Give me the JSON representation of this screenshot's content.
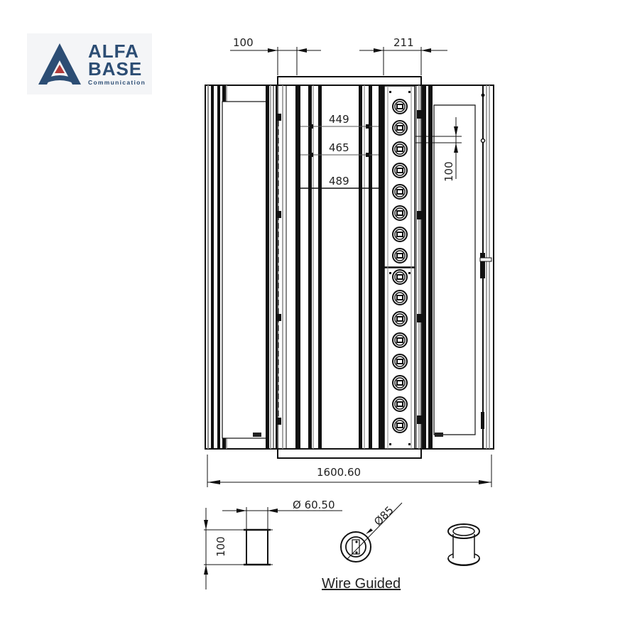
{
  "logo": {
    "line1": "ALFA",
    "line2": "BASE",
    "tagline": "Communication",
    "colors": {
      "primary": "#2c4d74",
      "accent": "#b23a3a",
      "background": "#f4f5f7"
    }
  },
  "drawing": {
    "top_dimensions": {
      "left_offset": "100",
      "right_offset": "211"
    },
    "inner_widths": {
      "upper": "449",
      "middle": "465",
      "lower": "489"
    },
    "port_pitch": "100",
    "overall_width": "1600.60",
    "port_count_upper": 8,
    "port_count_lower": 8
  },
  "detail": {
    "tube_diameter": "Ø 60.50",
    "tube_height": "100",
    "flange_diameter": "Ø85",
    "caption": "Wire Guided"
  },
  "colors": {
    "line": "#111111",
    "grey_line": "#8a8a8a",
    "background": "#ffffff"
  }
}
